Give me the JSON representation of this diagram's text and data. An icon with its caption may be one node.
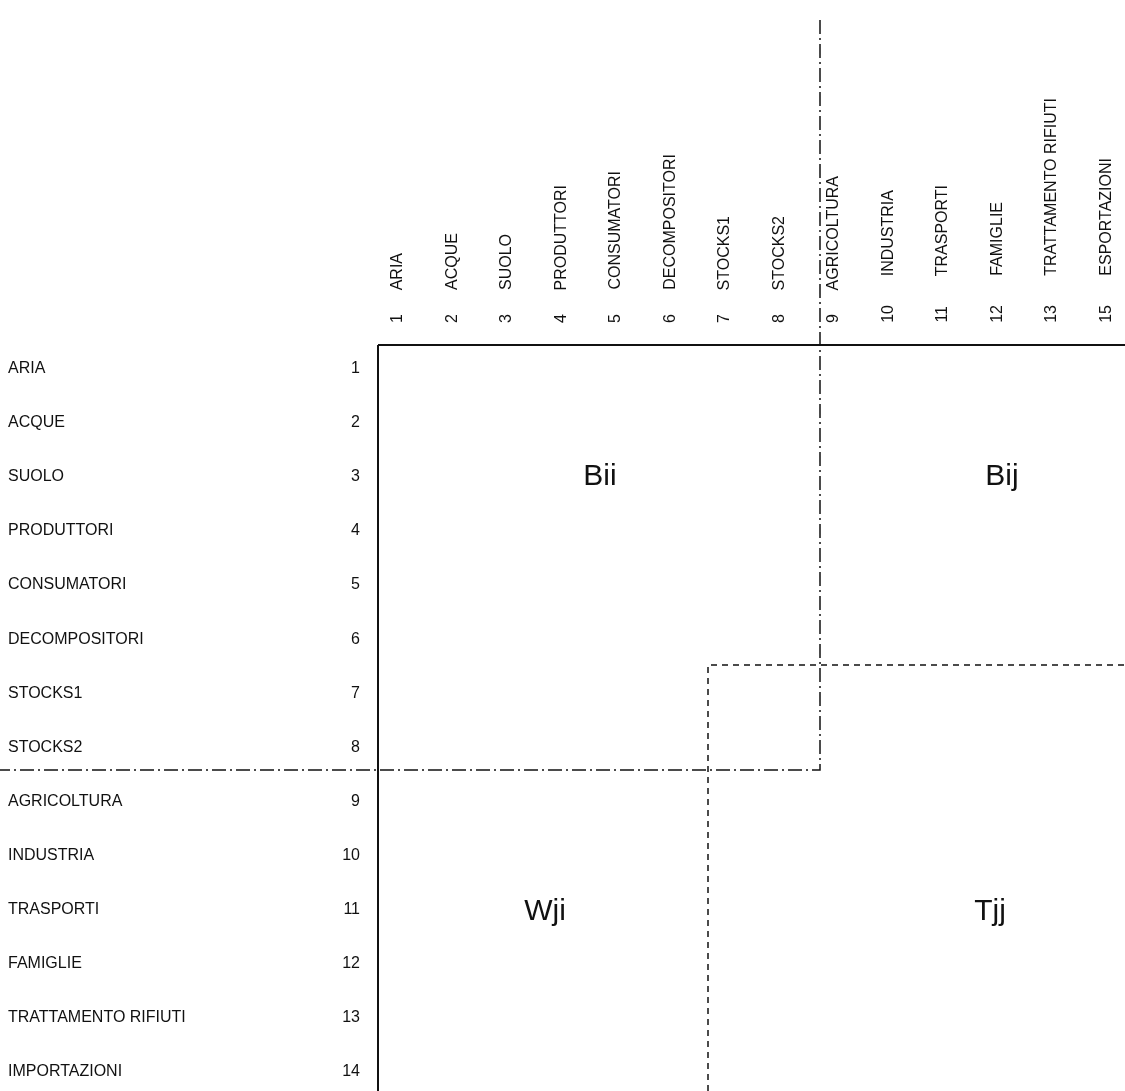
{
  "diagram": {
    "nodes": [
      {
        "text": [
          "Bii"
        ]
      },
      {
        "text": [
          "Bij"
        ]
      },
      {
        "text": [
          "Wji"
        ]
      },
      {
        "text": [
          "Tjj"
        ]
      }
    ],
    "labels": [
      "1",
      "ARIA",
      "2",
      "ACQUE",
      "3",
      "SUOLO",
      "4",
      "PRODUTTORI",
      "5",
      "CONSUMATORI",
      "6",
      "DECOMPOSITORI",
      "7",
      "STOCKS1",
      "8",
      "STOCKS2",
      "9",
      "AGRICOLTURA",
      "10",
      "INDUSTRIA",
      "11",
      "TRASPORTI",
      "12",
      "FAMIGLIE",
      "13",
      "TRATTAMENTO RIFIUTI",
      "15",
      "ESPORTAZIONI",
      "ARIA",
      "1",
      "ACQUE",
      "2",
      "SUOLO",
      "3",
      "PRODUTTORI",
      "4",
      "CONSUMATORI",
      "5",
      "DECOMPOSITORI",
      "6",
      "STOCKS1",
      "7",
      "STOCKS2",
      "8",
      "AGRICOLTURA",
      "9",
      "INDUSTRIA",
      "10",
      "TRASPORTI",
      "11",
      "FAMIGLIE",
      "12",
      "TRATTAMENTO RIFIUTI",
      "13",
      "IMPORTAZIONI",
      "14"
    ]
  }
}
